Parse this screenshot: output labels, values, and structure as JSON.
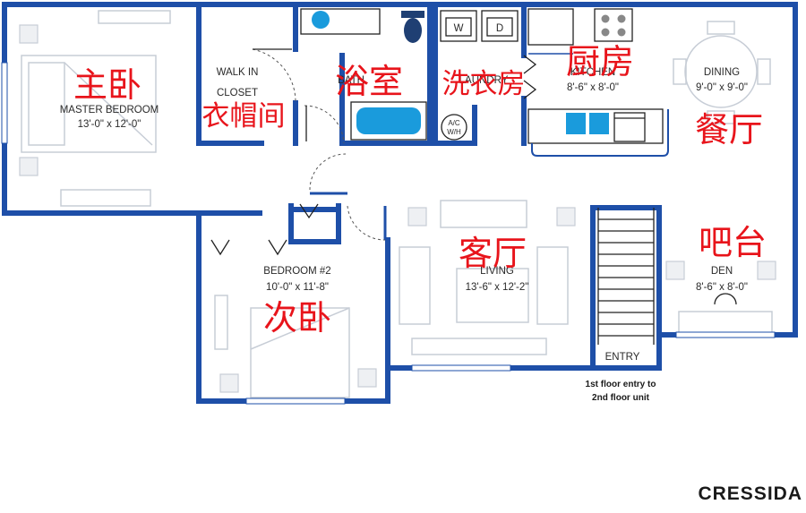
{
  "rooms": {
    "master": {
      "name": "MASTER BEDROOM",
      "dim": "13'-0\" x 12'-0\"",
      "cn": "主卧"
    },
    "closet": {
      "name1": "WALK IN",
      "name2": "CLOSET",
      "cn": "衣帽间"
    },
    "bath": {
      "name": "BATH",
      "cn": "浴室"
    },
    "laundry": {
      "name": "LAUNDRY",
      "cn": "洗衣房",
      "washer": "W",
      "dryer": "D",
      "ac1": "A/C",
      "ac2": "W/H"
    },
    "kitchen": {
      "name": "KITCHEN",
      "dim": "8'-6\" x 8'-0\"",
      "cn": "厨房"
    },
    "dining": {
      "name": "DINING",
      "dim": "9'-0\" x 9'-0\"",
      "cn": "餐厅"
    },
    "bedroom2": {
      "name": "BEDROOM #2",
      "dim": "10'-0\" x 11'-8\"",
      "cn": "次卧"
    },
    "living": {
      "name": "LIVING",
      "dim": "13'-6\" x 12'-2\"",
      "cn": "客厅"
    },
    "den": {
      "name": "DEN",
      "dim": "8'-6\" x 8'-0\"",
      "cn": "吧台"
    },
    "entry": {
      "name": "ENTRY"
    }
  },
  "note": {
    "line1": "1st floor entry to",
    "line2": "2nd floor unit"
  },
  "brand": "CRESSIDA",
  "colors": {
    "wall": "#1e4fa8",
    "annotation": "#e8141b",
    "fixture": "#1a9bdc"
  }
}
